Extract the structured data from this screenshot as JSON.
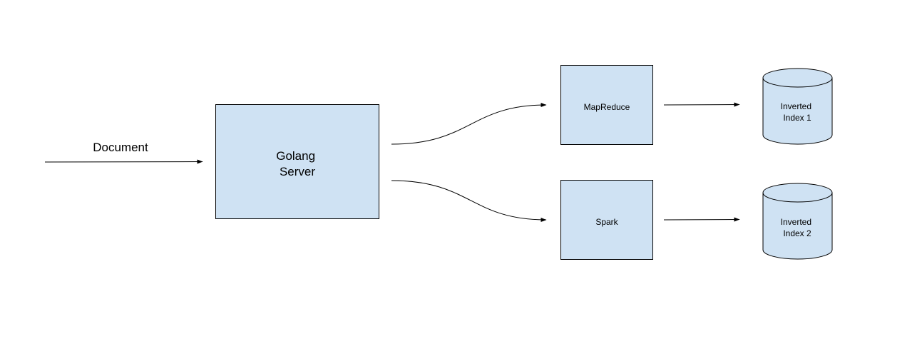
{
  "colors": {
    "node_fill": "#cfe2f3",
    "stroke": "#000000",
    "background": "#ffffff"
  },
  "edges": {
    "input_label": "Document"
  },
  "nodes": {
    "golang_server": {
      "lines": [
        "Golang",
        "Server"
      ]
    },
    "mapreduce": {
      "label": "MapReduce"
    },
    "spark": {
      "label": "Spark"
    },
    "inverted_index_1": {
      "lines": [
        "Inverted",
        "Index 1"
      ]
    },
    "inverted_index_2": {
      "lines": [
        "Inverted",
        "Index 2"
      ]
    }
  }
}
